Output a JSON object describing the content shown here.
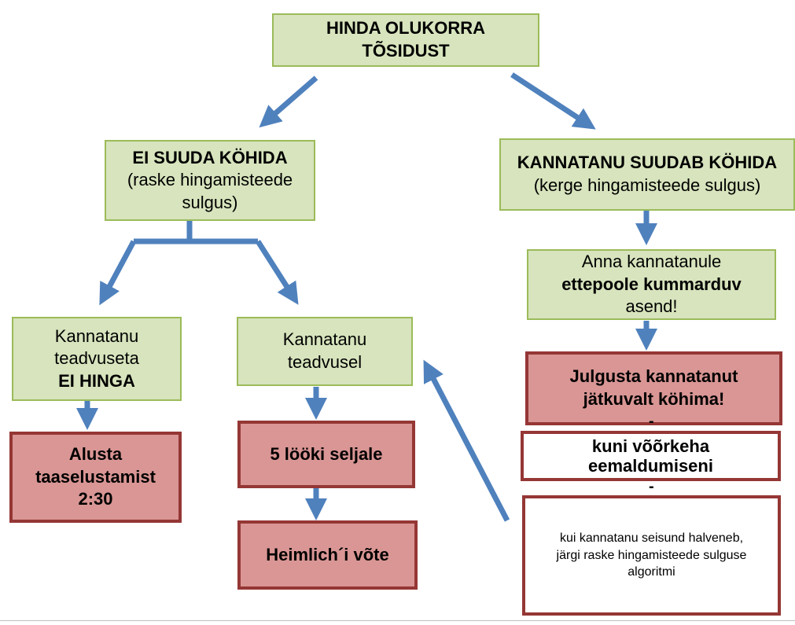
{
  "nodes": {
    "assess": {
      "line1": "HINDA OLUKORRA",
      "line2": "TÕSIDUST"
    },
    "cannot_cough": {
      "title": "EI SUUDA KÖHIDA",
      "sub1": "(raske hingamisteede",
      "sub2": "sulgus)"
    },
    "can_cough": {
      "title": "KANNATANU SUUDAB KÖHIDA",
      "sub": "(kerge hingamisteede sulgus)"
    },
    "unconscious": {
      "line1": "Kannatanu",
      "line2": "teadvuseta",
      "line3": "EI HINGA"
    },
    "conscious": {
      "line1": "Kannatanu",
      "line2": "teadvusel"
    },
    "lean_forward": {
      "line1": "Anna kannatanule",
      "line2": "ettepoole kummarduv",
      "line3": "asend!"
    },
    "start_cpr": {
      "line1": "Alusta",
      "line2": "taaselustamist",
      "line3": "2:30"
    },
    "back_blows": {
      "label": "5 lööki seljale"
    },
    "heimlich": {
      "label": "Heimlich´i võte"
    },
    "encourage": {
      "line1": "Julgusta kannatanut",
      "line2": "jätkuvalt köhima!"
    },
    "until_removed": {
      "line1": "kuni võõrkeha",
      "line2": "eemaldumiseni"
    },
    "worsens": {
      "line1": "kui kannatanu seisund halveneb,",
      "line2": "järgi raske hingamisteede sulguse",
      "line3": "algoritmi"
    },
    "dash1": "-",
    "dash2": "-"
  },
  "colors": {
    "green_fill": "#d7e4bd",
    "green_border": "#9bbb59",
    "red_fill": "#d99694",
    "red_border": "#953735",
    "arrow": "#4f81bd"
  }
}
